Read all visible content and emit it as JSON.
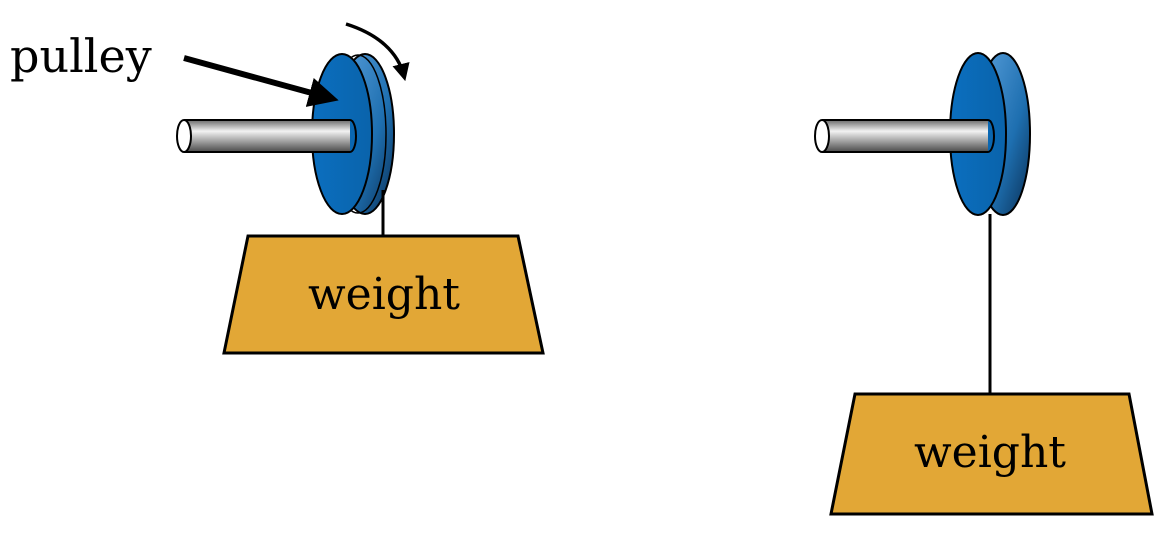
{
  "labels": {
    "pulley": "pulley",
    "weight_left": "weight",
    "weight_right": "weight"
  },
  "colors": {
    "pulley_face": "#0b6fbf",
    "pulley_rim": "#2a7ec3",
    "weight_fill": "#e2a736",
    "axle_highlight": "#f2f2f2",
    "axle_shadow": "#6a6a6a",
    "outline": "#000000"
  }
}
